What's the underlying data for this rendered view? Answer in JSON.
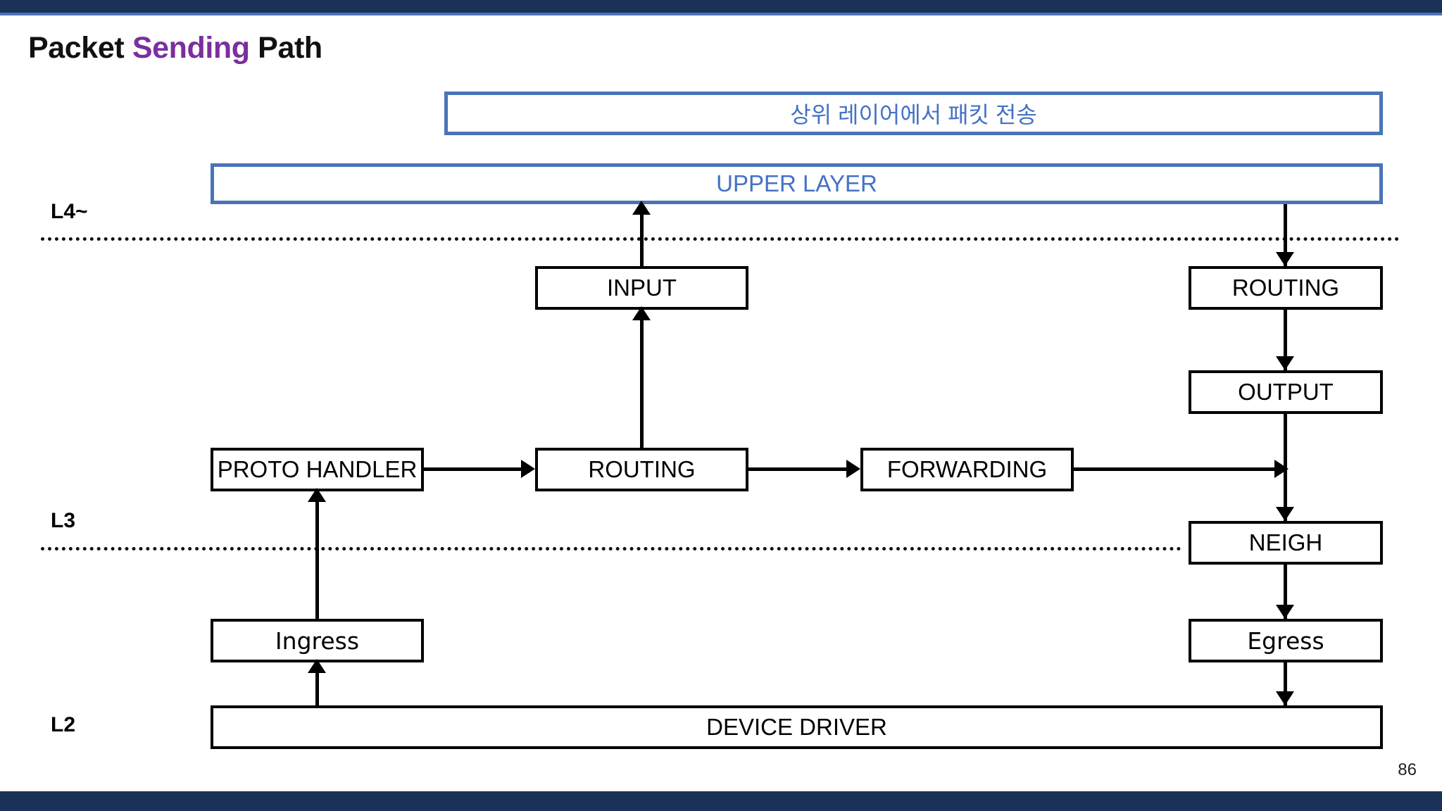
{
  "slide": {
    "title_part1": "Packet ",
    "title_accent": "Sending",
    "title_part2": " Path",
    "page_number": "86",
    "accent_color": "#7b2f9e",
    "bar_color": "#1b3258",
    "blue_box_color": "#4472c4"
  },
  "callout": {
    "text": "상위 레이어에서 패킷 전송"
  },
  "layers": [
    {
      "id": "l4",
      "label": "L4~"
    },
    {
      "id": "l3",
      "label": "L3"
    },
    {
      "id": "l2",
      "label": "L2"
    }
  ],
  "boxes": {
    "upper_layer": "UPPER LAYER",
    "input": "INPUT",
    "routing_right": "ROUTING",
    "output": "OUTPUT",
    "proto_handler": "PROTO HANDLER",
    "routing_mid": "ROUTING",
    "forwarding": "FORWARDING",
    "neigh": "NEIGH",
    "ingress": "Ingress",
    "egress": "Egress",
    "device_driver": "DEVICE DRIVER"
  },
  "flows": [
    {
      "from": "DEVICE DRIVER",
      "to": "Ingress",
      "direction": "up"
    },
    {
      "from": "Ingress",
      "to": "PROTO HANDLER",
      "direction": "up"
    },
    {
      "from": "PROTO HANDLER",
      "to": "ROUTING",
      "direction": "right"
    },
    {
      "from": "ROUTING",
      "to": "INPUT",
      "direction": "up"
    },
    {
      "from": "INPUT",
      "to": "UPPER LAYER",
      "direction": "up"
    },
    {
      "from": "ROUTING",
      "to": "FORWARDING",
      "direction": "right"
    },
    {
      "from": "FORWARDING",
      "to": "NEIGH",
      "direction": "right-down"
    },
    {
      "from": "UPPER LAYER",
      "to": "ROUTING",
      "direction": "down"
    },
    {
      "from": "ROUTING",
      "to": "OUTPUT",
      "direction": "down"
    },
    {
      "from": "OUTPUT",
      "to": "NEIGH",
      "direction": "down"
    },
    {
      "from": "NEIGH",
      "to": "Egress",
      "direction": "down"
    },
    {
      "from": "Egress",
      "to": "DEVICE DRIVER",
      "direction": "down"
    }
  ]
}
